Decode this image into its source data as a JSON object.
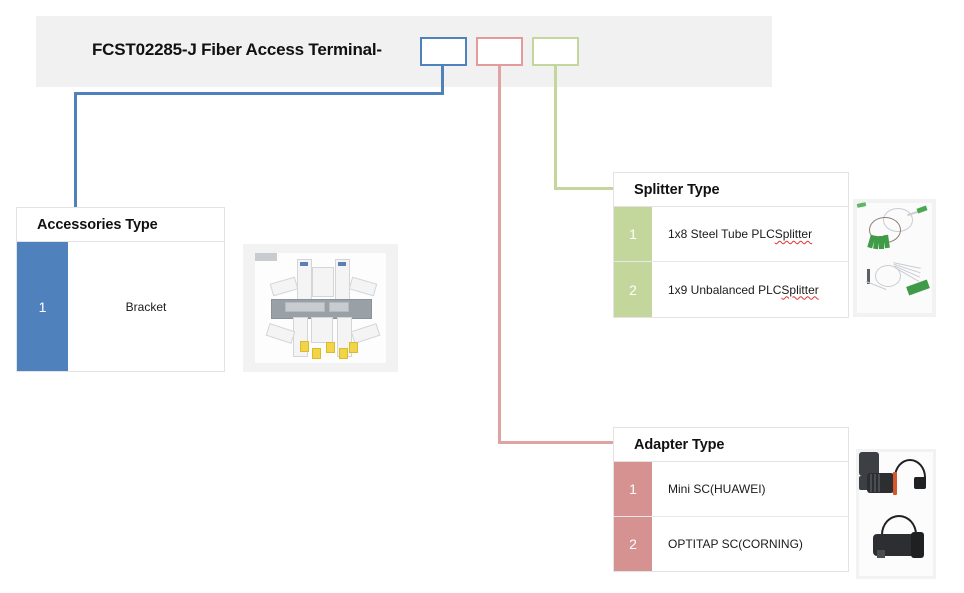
{
  "header": {
    "title": "FCST02285-J Fiber Access Terminal-",
    "band_color": "#f1f1f1",
    "slots": [
      {
        "name": "accessories",
        "value": "",
        "color": "#4f81bd"
      },
      {
        "name": "adapter",
        "value": "",
        "color": "#e39b9b"
      },
      {
        "name": "splitter",
        "value": "",
        "color": "#c3d69b"
      }
    ]
  },
  "panels": {
    "accessories": {
      "title": "Accessories Type",
      "accent": "#4f81bd",
      "rows": [
        {
          "num": "1",
          "label": "Bracket"
        }
      ],
      "image_caption": "bracket-assembly-photo"
    },
    "splitter": {
      "title": "Splitter Type",
      "accent": "#c3d69b",
      "rows": [
        {
          "num": "1",
          "label_pre": "1x8 Steel Tube PLC ",
          "label_sq": "Splitter"
        },
        {
          "num": "2",
          "label_pre": "1x9 Unbalanced PLC ",
          "label_sq": "Splitter"
        }
      ],
      "image_caption": "plc-splitter-photo"
    },
    "adapter": {
      "title": "Adapter Type",
      "accent": "#d69191",
      "rows": [
        {
          "num": "1",
          "label": "Mini SC(HUAWEI)"
        },
        {
          "num": "2",
          "label": "OPTITAP SC(CORNING)"
        }
      ],
      "image_caption": "optitap-adapter-photo"
    }
  },
  "connectors": [
    {
      "name": "accessories-connector",
      "color": "#4f81bd"
    },
    {
      "name": "adapter-connector",
      "color": "#e0a3a3"
    },
    {
      "name": "splitter-connector",
      "color": "#c3d69b"
    }
  ]
}
